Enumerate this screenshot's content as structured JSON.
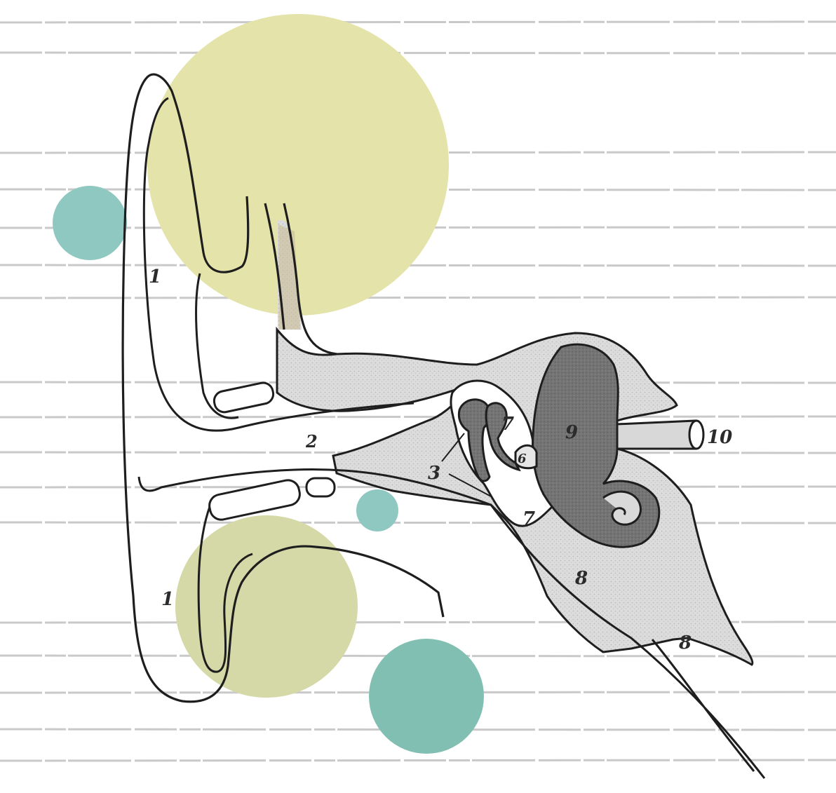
{
  "colors": {
    "paper": "#ffffff",
    "rule_line": "#c9c9c9",
    "circle_yellow": "#e4e3a9",
    "circle_olive": "#d5d9a8",
    "circle_teal": "#8fc8c1",
    "circle_teal_dark": "#80bfb2",
    "ink": "#1e1e1e",
    "bone_stipple": "#d9d9d9",
    "cartilage": "#c9b98f",
    "cochlea_dark": "#6f6f6f"
  },
  "labels": {
    "auricle_top": "1",
    "auricle_bottom": "1",
    "external_canal": "2",
    "ossicles": "3",
    "inner_ossicle": "6",
    "tympanic_upper": "7",
    "tympanic_lower": "7",
    "eustachian_upper": "8",
    "eustachian_lower": "8",
    "labyrinth": "9",
    "auditory_nerve": "10"
  }
}
